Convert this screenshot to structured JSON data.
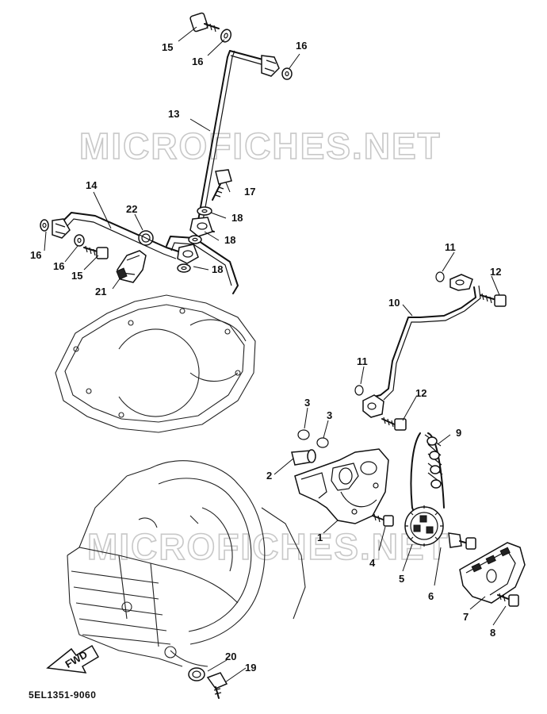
{
  "diagram": {
    "code": "5EL1351-9060",
    "watermark": "MICROFICHES.NET",
    "fwd_label": "FWD",
    "callouts": [
      "1",
      "2",
      "3",
      "3",
      "4",
      "5",
      "6",
      "7",
      "8",
      "9",
      "10",
      "11",
      "11",
      "12",
      "12",
      "13",
      "14",
      "15",
      "15",
      "16",
      "16",
      "16",
      "16",
      "17",
      "18",
      "18",
      "18",
      "19",
      "20",
      "21",
      "22"
    ]
  }
}
